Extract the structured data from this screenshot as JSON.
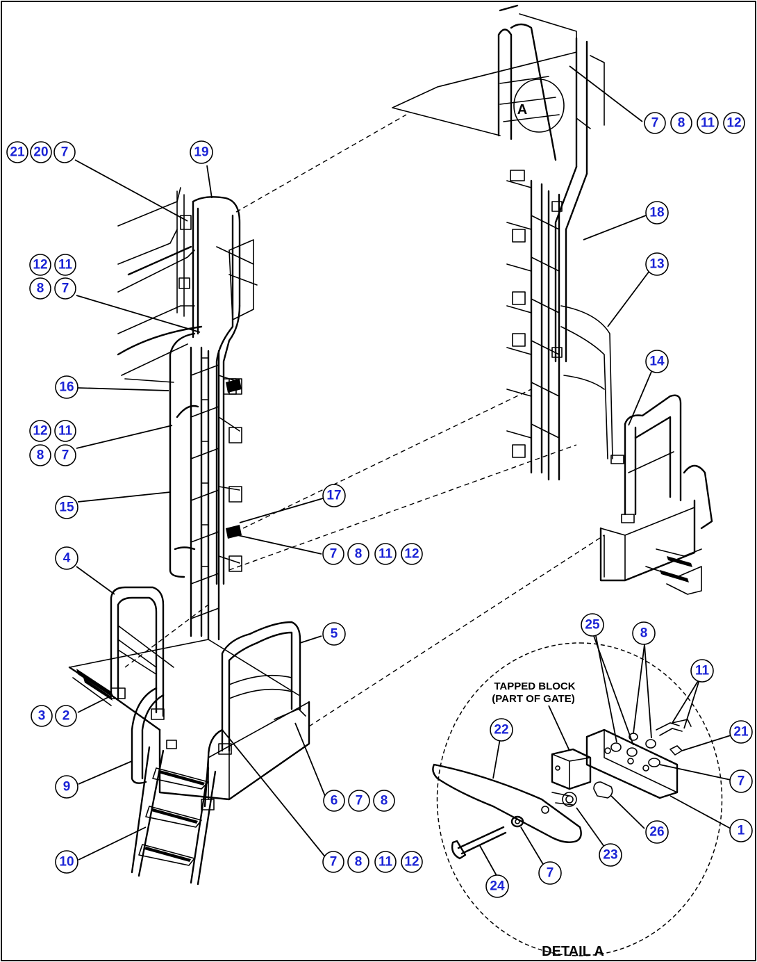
{
  "colors": {
    "callout_number": "#1a23d6",
    "line": "#000000",
    "background": "#ffffff"
  },
  "labels": {
    "detail_view_letter": "A",
    "tapped_block_line1": "TAPPED BLOCK",
    "tapped_block_line2": "(PART OF GATE)",
    "detail_title": "DETAIL A"
  },
  "callouts": {
    "c21a": "21",
    "c20": "20",
    "c7a": "7",
    "c19": "19",
    "c12a": "12",
    "c11a": "11",
    "c8a": "8",
    "c7b": "7",
    "c16": "16",
    "c12b": "12",
    "c11b": "11",
    "c8b": "8",
    "c7c": "7",
    "c15": "15",
    "c4": "4",
    "c3": "3",
    "c2": "2",
    "c9": "9",
    "c10": "10",
    "c17": "17",
    "c7d": "7",
    "c8d": "8",
    "c11d": "11",
    "c12d": "12",
    "c5": "5",
    "c6": "6",
    "c7e": "7",
    "c8e": "8",
    "c7f": "7",
    "c8f": "8",
    "c11f": "11",
    "c12f": "12",
    "c7g": "7",
    "c8g": "8",
    "c11g": "11",
    "c12g": "12",
    "c18": "18",
    "c13": "13",
    "c14": "14",
    "c25": "25",
    "c8h": "8",
    "c11h": "11",
    "c21b": "21",
    "c7h": "7",
    "c22": "22",
    "c26": "26",
    "c1": "1",
    "c23": "23",
    "c24": "24",
    "c7i": "7"
  }
}
